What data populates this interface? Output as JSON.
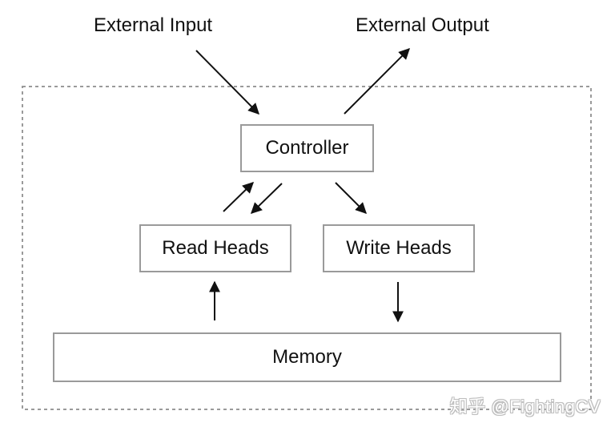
{
  "labels": {
    "external_input": "External Input",
    "external_output": "External Output"
  },
  "boxes": {
    "controller": "Controller",
    "read_heads": "Read Heads",
    "write_heads": "Write Heads",
    "memory": "Memory"
  },
  "watermark": "知乎 @FightingCV",
  "colors": {
    "box_border": "#9a9a9a",
    "arrow": "#111111",
    "dashed_frame": "#9a9a9a",
    "text": "#111111"
  }
}
